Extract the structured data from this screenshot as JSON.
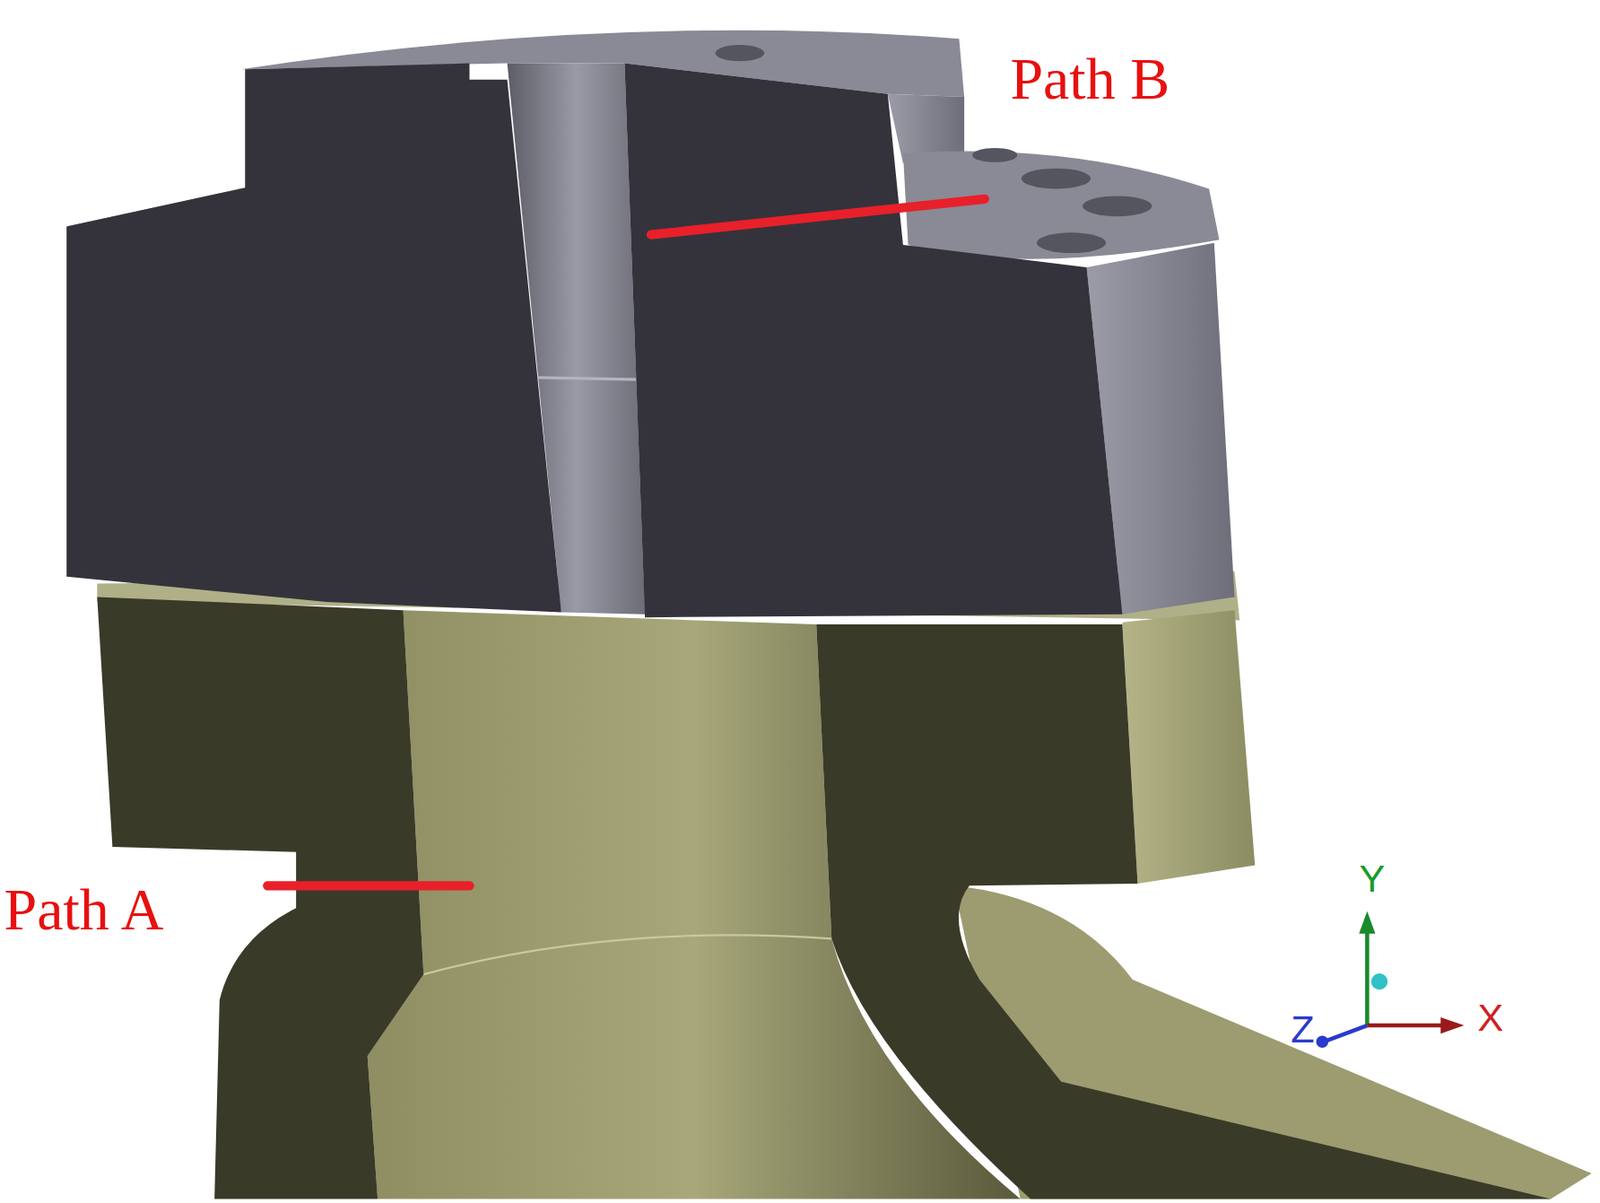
{
  "diagram": {
    "labels": [
      "Path B",
      "Path A",
      "Y",
      "X",
      "Z"
    ]
  }
}
